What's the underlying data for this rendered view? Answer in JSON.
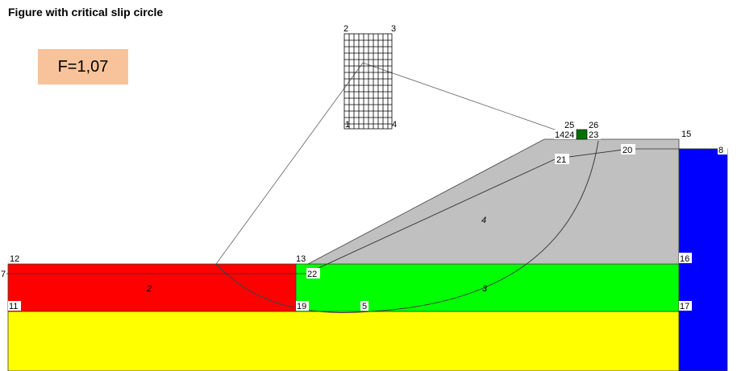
{
  "title": "Figure with critical slip circle",
  "factor_label": "F=1,07",
  "soil_labels": [
    "2",
    "3",
    "4"
  ],
  "point_labels": [
    "1",
    "2",
    "3",
    "4",
    "5",
    "7",
    "8",
    "11",
    "12",
    "13",
    "14",
    "15",
    "16",
    "17",
    "19",
    "20",
    "21",
    "22",
    "23",
    "24",
    "25",
    "26"
  ],
  "colors": {
    "soil_red": "#ff0000",
    "soil_yellow": "#ffff00",
    "soil_green": "#00ff00",
    "soil_grey": "#c0c0c0",
    "soil_blue": "#0000ff",
    "load_square": "#007000",
    "factor_box": "#f8c39a"
  }
}
